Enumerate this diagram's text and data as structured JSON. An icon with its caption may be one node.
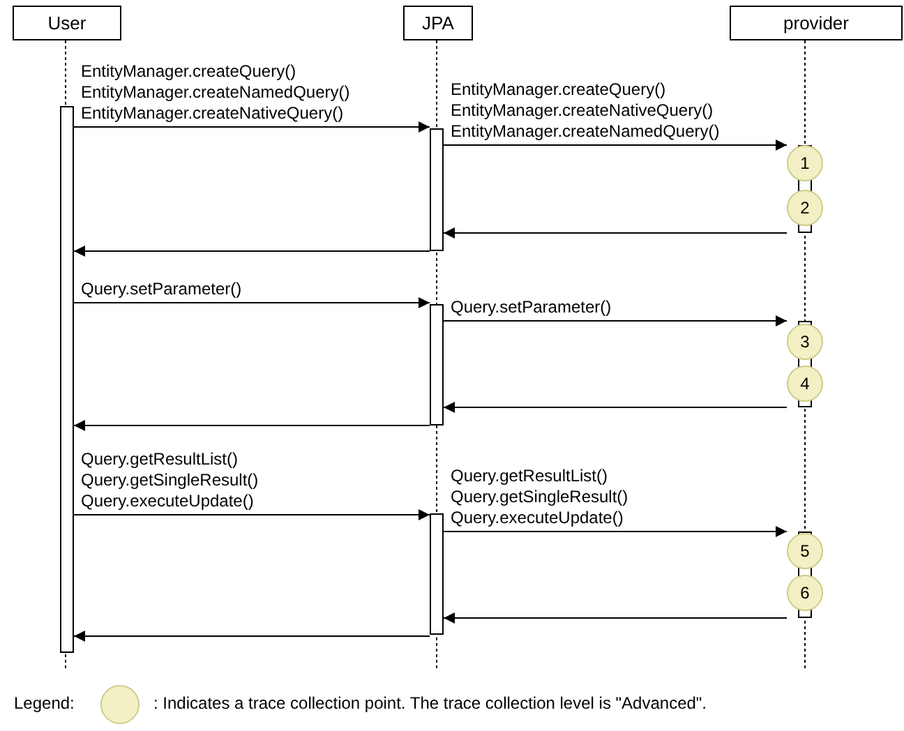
{
  "diagram": {
    "nodes": [
      {
        "text": [
          "User"
        ]
      },
      {
        "text": [
          "JPA"
        ]
      },
      {
        "text": [
          "provider"
        ]
      },
      {
        "text": [],
        "shape": "bar"
      },
      {
        "text": [],
        "shape": "bar"
      },
      {
        "text": [],
        "shape": "bar"
      },
      {
        "text": [],
        "shape": "bar"
      },
      {
        "text": [],
        "shape": "bar"
      },
      {
        "text": [],
        "shape": "bar"
      },
      {
        "text": [],
        "shape": "bar"
      },
      {
        "text": [
          "1"
        ],
        "in": 7
      },
      {
        "text": [
          "2"
        ],
        "in": 7
      },
      {
        "text": [
          "3"
        ],
        "in": 8
      },
      {
        "text": [
          "4"
        ],
        "in": 8
      },
      {
        "text": [
          "5"
        ],
        "in": 9
      },
      {
        "text": [
          "6"
        ],
        "in": 9
      }
    ],
    "edges": [
      {
        "from": 3,
        "to": 4,
        "arrow": "to",
        "label": "EntityManager.createQuery() EntityManager.createNamedQuery() EntityManager.createNativeQuery()"
      },
      {
        "from": 4,
        "to": 7,
        "arrow": "to",
        "label": "EntityManager.createQuery() EntityManager.createNativeQuery() EntityManager.createNamedQuery()"
      },
      {
        "from": 7,
        "to": 4,
        "arrow": "to"
      },
      {
        "from": 4,
        "to": 3,
        "arrow": "to"
      },
      {
        "from": 3,
        "to": 5,
        "arrow": "to",
        "label": "Query.setParameter()"
      },
      {
        "from": 5,
        "to": 8,
        "arrow": "to",
        "label": "Query.setParameter()"
      },
      {
        "from": 8,
        "to": 5,
        "arrow": "to"
      },
      {
        "from": 5,
        "to": 3,
        "arrow": "to"
      },
      {
        "from": 3,
        "to": 6,
        "arrow": "to",
        "label": "Query.getResultList() Query.getSingleResult() Query.executeUpdate()"
      },
      {
        "from": 6,
        "to": 9,
        "arrow": "to",
        "label": "Query.getResultList() Query.getSingleResult() Query.executeUpdate()"
      },
      {
        "from": 9,
        "to": 6,
        "arrow": "to"
      },
      {
        "from": 6,
        "to": 3,
        "arrow": "to"
      }
    ],
    "labels": [
      "Legend:"
    ],
    "legend": [
      {
        "text": ": Indicates a trace collection point. The trace collection level is \"Advanced\".",
        "color": "#f2f0c4"
      }
    ]
  }
}
